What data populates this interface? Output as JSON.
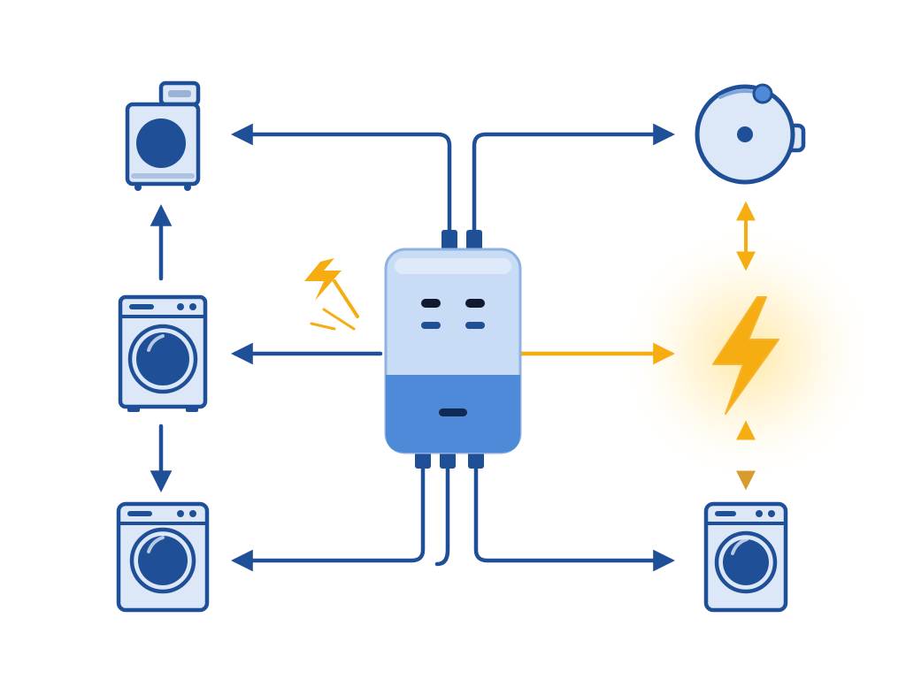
{
  "diagram": {
    "colors": {
      "navy": "#1f4f96",
      "appliance_fill": "#dce8f8",
      "hub_top": "#c8dcf5",
      "hub_bottom": "#4f8ad8",
      "energy": "#f5ad12",
      "energy_dark": "#d69a2e",
      "glow": "#ffe8a8",
      "background": "#ffffff"
    },
    "nodes": [
      {
        "id": "hub",
        "icon": "smart-plug-hub-icon"
      },
      {
        "id": "washer-top-left",
        "icon": "washing-machine-icon"
      },
      {
        "id": "washer-mid-left",
        "icon": "washing-machine-icon"
      },
      {
        "id": "washer-bottom-left",
        "icon": "washing-machine-icon"
      },
      {
        "id": "boiler-top-right",
        "icon": "boiler-tank-icon"
      },
      {
        "id": "energy-right",
        "icon": "lightning-bolt-icon"
      },
      {
        "id": "washer-bottom-right",
        "icon": "washing-machine-icon"
      },
      {
        "id": "spark-left",
        "icon": "spark-icon"
      }
    ],
    "connections": [
      {
        "from": "hub",
        "to": "washer-top-left",
        "style": "navy"
      },
      {
        "from": "hub",
        "to": "boiler-top-right",
        "style": "navy"
      },
      {
        "from": "washer-mid-left",
        "to": "hub",
        "style": "navy"
      },
      {
        "from": "hub",
        "to": "energy-right",
        "style": "energy"
      },
      {
        "from": "hub",
        "to": "washer-bottom-left",
        "style": "navy"
      },
      {
        "from": "hub",
        "to": "washer-bottom-right",
        "style": "navy"
      },
      {
        "from": "washer-mid-left",
        "to": "washer-top-left",
        "style": "navy"
      },
      {
        "from": "washer-mid-left",
        "to": "washer-bottom-left",
        "style": "navy"
      },
      {
        "from": "boiler-top-right",
        "to": "energy-right",
        "style": "energy",
        "bidirectional": true
      },
      {
        "from": "energy-right",
        "to": "washer-bottom-right",
        "style": "energy",
        "bidirectional": true
      }
    ]
  }
}
